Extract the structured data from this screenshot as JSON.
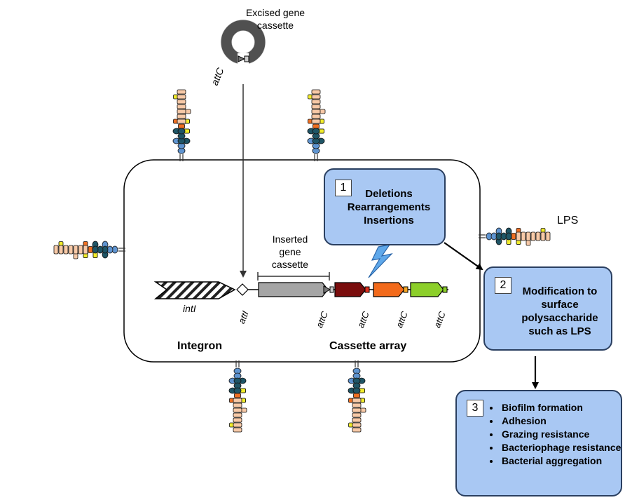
{
  "excised_cassette": {
    "line1": "Excised gene",
    "line2": "cassette",
    "attc": "attC"
  },
  "inserted_cassette": {
    "line1": "Inserted",
    "line2": "gene",
    "line3": "cassette"
  },
  "gene_labels": {
    "intl": "intI",
    "attl": "attI",
    "attc1": "attC",
    "attc2": "attC",
    "attc3": "attC",
    "attc4": "attC"
  },
  "sections": {
    "integron": "Integron",
    "cassette_array": "Cassette array"
  },
  "lps_label": "LPS",
  "box1": {
    "number": "1",
    "lines": [
      "Deletions",
      "Rearrangements",
      "Insertions"
    ]
  },
  "box2": {
    "number": "2",
    "lines": [
      "Modification to",
      "surface",
      "polysaccharide",
      "such as LPS"
    ]
  },
  "box3": {
    "number": "3",
    "items": [
      "Biofilm formation",
      "Adhesion",
      "Grazing resistance",
      "Bacteriophage resistance",
      "Bacterial aggregation"
    ]
  },
  "colors": {
    "peach": "#f7c9a7",
    "orange": "#ee6f22",
    "yellow": "#f2ec2c",
    "grey": "#bdbdbd",
    "teal": "#1f5566",
    "blue": "#5f94d0",
    "box_fill": "#a9c8f3",
    "cassette_grey": "#a5a5a5",
    "dark_red": "#7a0d0d",
    "cassette_orange": "#f26a1b",
    "green": "#8ccf2a",
    "red_marker": "#e0301e"
  }
}
